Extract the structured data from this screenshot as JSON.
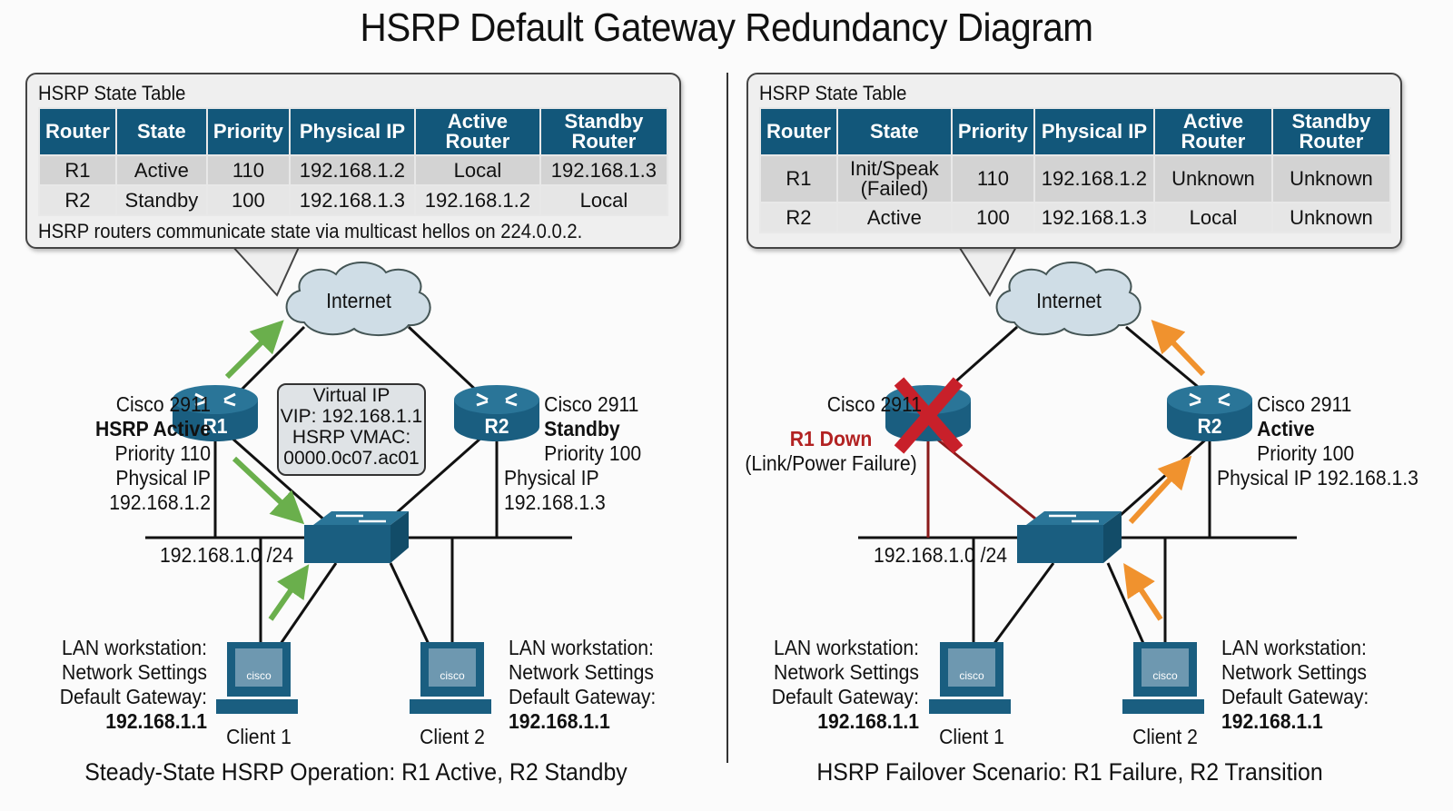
{
  "title": "HSRP Default Gateway Redundancy Diagram",
  "table_headers": [
    "Router",
    "State",
    "Priority",
    "Physical IP",
    "Active Router",
    "Standby Router"
  ],
  "left": {
    "table_title": "HSRP State Table",
    "rows": [
      [
        "R1",
        "Active",
        "110",
        "192.168.1.2",
        "Local",
        "192.168.1.3"
      ],
      [
        "R2",
        "Standby",
        "100",
        "192.168.1.3",
        "192.168.1.2",
        "Local"
      ]
    ],
    "note": "HSRP routers communicate state via multicast hellos on 224.0.0.2.",
    "cloud": "Internet",
    "r1": {
      "name": "R1",
      "model": "Cisco 2911",
      "role": "HSRP Active",
      "priority": "Priority 110",
      "ip": "Physical IP 192.168.1.2"
    },
    "r2": {
      "name": "R2",
      "model": "Cisco 2911",
      "role": "Standby",
      "priority": "Priority 100",
      "ip": "Physical IP 192.168.1.3"
    },
    "vip": {
      "line1": "Virtual IP",
      "line2": "VIP: 192.168.1.1",
      "line3": "HSRP VMAC:",
      "line4": "0000.0c07.ac01"
    },
    "subnet": "192.168.1.0 /24",
    "client1": {
      "name": "Client 1",
      "l1": "LAN workstation:",
      "l2": "Network Settings",
      "l3": "Default Gateway:",
      "gw": "192.168.1.1"
    },
    "client2": {
      "name": "Client 2",
      "l1": "LAN workstation:",
      "l2": "Network Settings",
      "l3": "Default Gateway:",
      "gw": "192.168.1.1"
    },
    "caption": "Steady-State HSRP Operation: R1 Active, R2 Standby",
    "arrow_color": "#6aaf4c"
  },
  "right": {
    "table_title": "HSRP State Table",
    "rows": [
      [
        "R1",
        "Init/Speak (Failed)",
        "110",
        "192.168.1.2",
        "Unknown",
        "Unknown"
      ],
      [
        "R2",
        "Active",
        "100",
        "192.168.1.3",
        "Local",
        "Unknown"
      ]
    ],
    "cloud": "Internet",
    "r1": {
      "name": "R1",
      "model": "Cisco 2911",
      "role": "R1 Down",
      "detail": "(Link/Power Failure)"
    },
    "r2": {
      "name": "R2",
      "model": "Cisco 2911",
      "role": "Active",
      "priority": "Priority 100",
      "ip": "Physical IP 192.168.1.3"
    },
    "subnet": "192.168.1.0 /24",
    "client1": {
      "name": "Client 1",
      "l1": "LAN workstation:",
      "l2": "Network Settings",
      "l3": "Default Gateway:",
      "gw": "192.168.1.1"
    },
    "client2": {
      "name": "Client 2",
      "l1": "LAN workstation:",
      "l2": "Network Settings",
      "l3": "Default Gateway:",
      "gw": "192.168.1.1"
    },
    "caption": "HSRP Failover Scenario: R1 Failure, R2 Transition",
    "arrow_color": "#f0922e",
    "fail_color": "#c8202a"
  },
  "icons": {
    "device_color": "#1a5e80",
    "screen_label": "cisco"
  }
}
